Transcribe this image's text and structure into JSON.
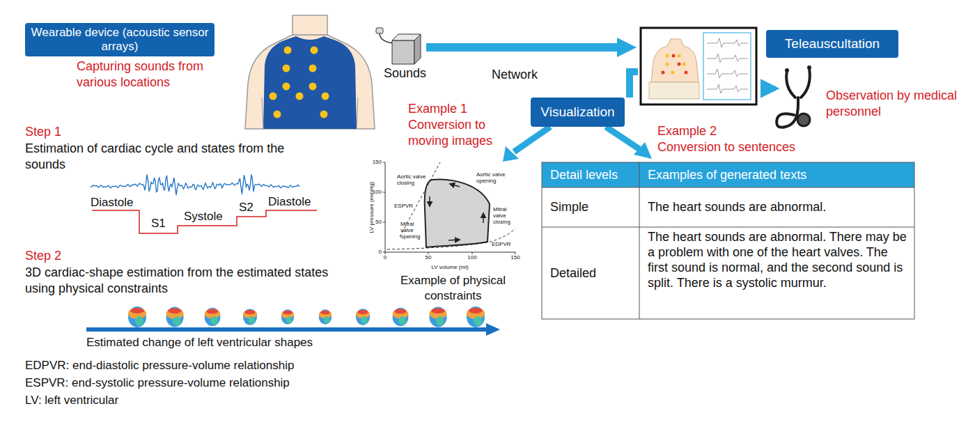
{
  "diagram": {
    "nodes": [
      {
        "text": [
          "Wearable device (acoustic sensor arrays)"
        ]
      },
      {
        "text": [
          "Teleauscultation"
        ]
      },
      {
        "text": [
          "Visualization"
        ]
      }
    ],
    "labels": [
      "Capturing sounds from various locations",
      "Sounds",
      "Network",
      "Observation by medical personnel",
      "Example 1",
      "Conversion to moving images",
      "Example 2",
      "Conversion to sentences",
      "Step 1",
      "Estimation of cardiac cycle and states from the sounds",
      "Diastole",
      "S1",
      "Systole",
      "S2",
      "Diastole",
      "Step 2",
      "3D cardiac-shape estimation from the estimated states using physical constraints",
      "Estimated change of left ventricular shapes",
      "EDPVR: end-diastolic pressure-volume relationship",
      "ESPVR: end-systolic pressure-volume relationship",
      "LV: left ventricular",
      "150",
      "100",
      "50",
      "0",
      "0",
      "50",
      "100",
      "150",
      "LV pressure (mmHg)",
      "LV volume (ml)",
      "Aortic valve closing",
      "Aortic valve opening",
      "ESPVR",
      "Mitral valve closing",
      "Mitral valve opening",
      "EDPVR",
      "Example of physical constraints",
      "Detail levels",
      "Examples of generated texts",
      "Simple",
      "The heart sounds are abnormal.",
      "Detailed",
      "The heart sounds are abnormal. There may be a problem with one of the heart valves. The first sound is normal, and the second sound is split. There is a systolic murmur."
    ]
  }
}
